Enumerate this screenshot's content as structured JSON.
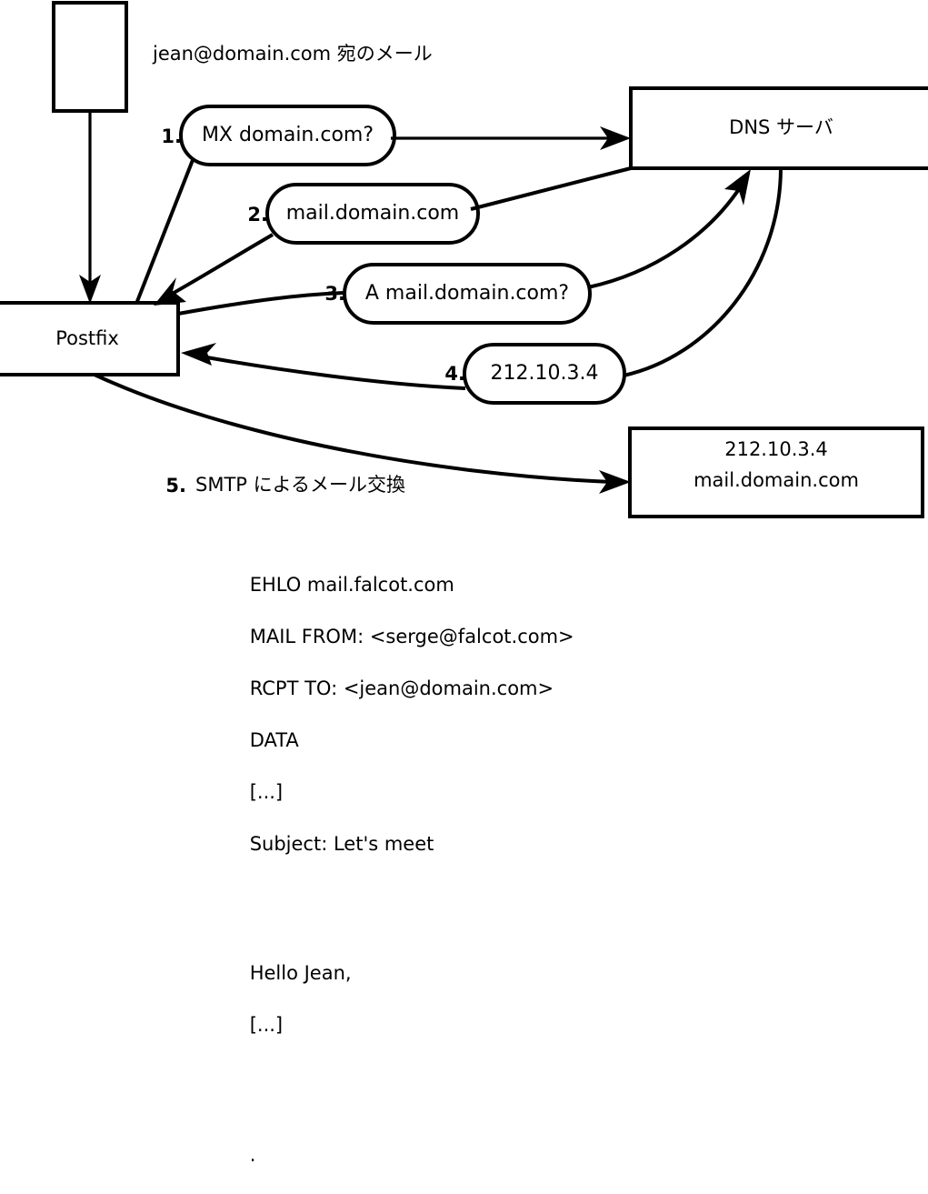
{
  "diagram": {
    "title_caption": "jean@domain.com 宛のメール",
    "nodes": [
      {
        "id": "sender",
        "label": "",
        "type": "rect"
      },
      {
        "id": "postfix",
        "label": "Postfix",
        "type": "rect"
      },
      {
        "id": "dns",
        "label": "DNS サーバ",
        "type": "rect"
      },
      {
        "id": "mailserver",
        "label_line1": "212.10.3.4",
        "label_line2": "mail.domain.com",
        "type": "rect"
      }
    ],
    "steps": [
      {
        "num": "1.",
        "label": "MX domain.com?"
      },
      {
        "num": "2.",
        "label": "mail.domain.com"
      },
      {
        "num": "3.",
        "label": "A mail.domain.com?"
      },
      {
        "num": "4.",
        "label": "212.10.3.4"
      },
      {
        "num": "5.",
        "label": "SMTP によるメール交換"
      }
    ],
    "transcript": {
      "lines": [
        "EHLO mail.falcot.com",
        "MAIL FROM: <serge@falcot.com>",
        "RCPT TO: <jean@domain.com>",
        "DATA",
        "[...]",
        "Subject: Let's meet",
        "",
        "Hello Jean,",
        "[...]",
        "."
      ]
    },
    "colors": {
      "stroke": "#000000",
      "fill": "#ffffff",
      "text": "#000000"
    }
  }
}
